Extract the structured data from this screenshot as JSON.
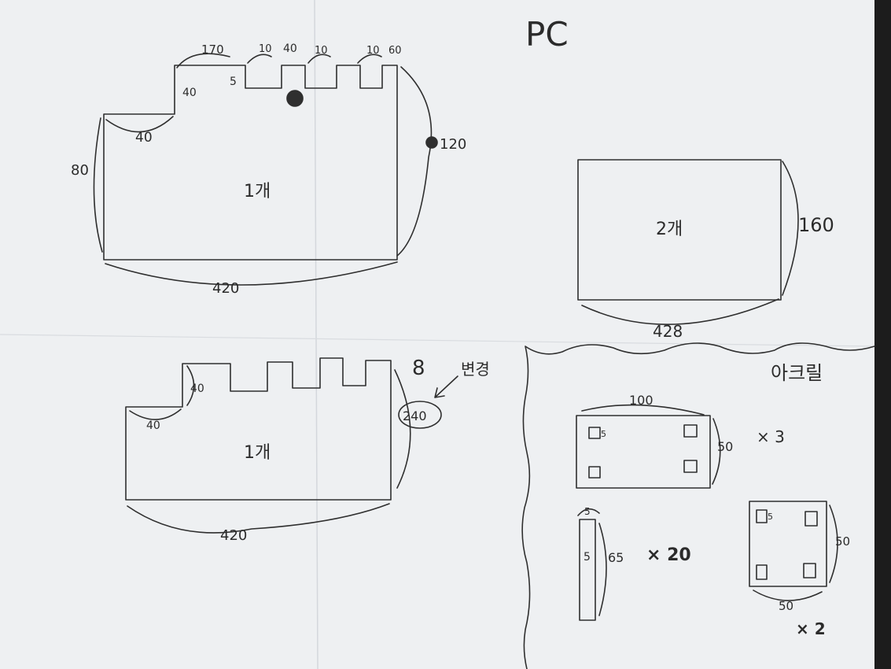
{
  "title": "PC",
  "part_top_left": {
    "count": "1개",
    "dims": {
      "top": "170",
      "notch_w1": "10",
      "notch_40": "40",
      "notch_w2": "10",
      "notch_w3": "10",
      "notch_end": "60",
      "step_h": "40",
      "step_w": "40",
      "left_h": "80",
      "bottom": "420",
      "right": "120",
      "notch_depth": "5"
    }
  },
  "part_top_right": {
    "count": "2개",
    "dims": {
      "bottom": "428",
      "right": "160"
    }
  },
  "part_bottom_left": {
    "count": "1개",
    "dims": {
      "step_h": "40",
      "step_w": "40",
      "bottom": "420",
      "right_circled": "240",
      "note": "변경",
      "note_mark": "8"
    }
  },
  "acrylic": {
    "label": "아크릴",
    "plate_a": {
      "width": "100",
      "height": "50",
      "hole": "5",
      "qty": "× 3"
    },
    "strip": {
      "top": "5",
      "side": "5",
      "height": "65",
      "qty": "× 20"
    },
    "plate_b": {
      "width": "50",
      "height": "50",
      "hole": "5",
      "qty": "× 2"
    }
  }
}
